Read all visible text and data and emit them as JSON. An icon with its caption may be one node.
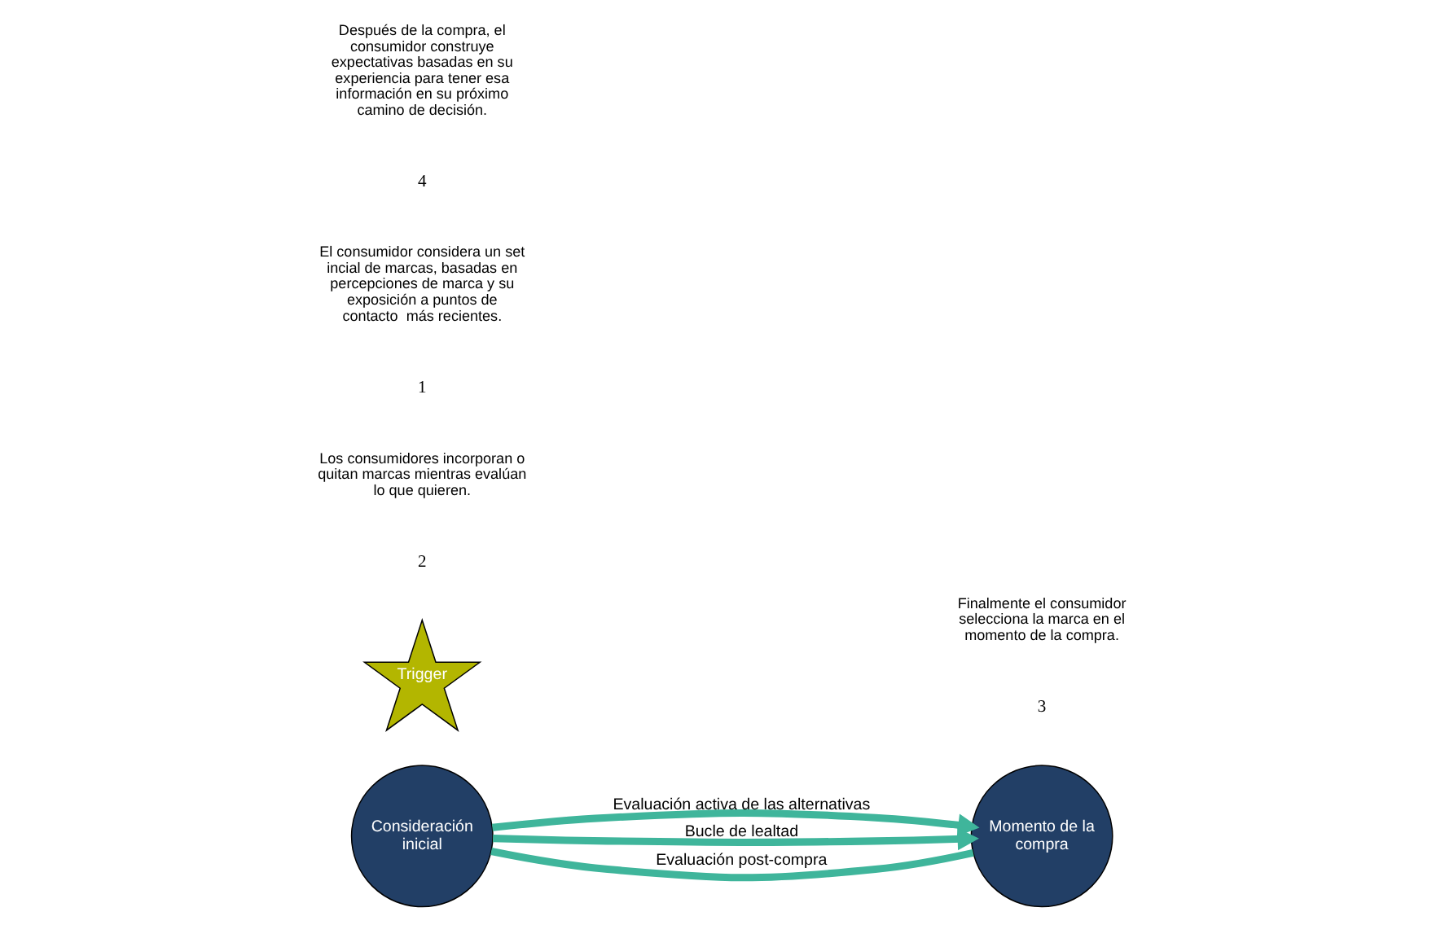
{
  "diagram": {
    "nodes": [
      {
        "text": [
          "Consideración inicial"
        ]
      },
      {
        "text": [
          "Momento de la compra"
        ]
      },
      {
        "text": [
          "Trigger"
        ]
      }
    ],
    "edges": [
      {
        "from": 0,
        "to": 1,
        "arrow": "to",
        "label": "Evaluación activa de las alternativas"
      },
      {
        "from": 0,
        "to": 1,
        "arrow": "to",
        "label": "Bucle de lealtad"
      },
      {
        "from": 1,
        "to": 0,
        "arrow": "none",
        "label": "Evaluación post-compra"
      }
    ],
    "labels": [
      "2",
      "Los consumidores incorporan o quitan marcas mientras evalúan lo que quieren.",
      "1",
      "El consumidor considera un set incial de marcas, basadas en percepciones de marca y su exposición a puntos de contacto  más recientes.",
      "3",
      "Finalmente el consumidor selecciona la marca en el momento de la compra.",
      "4",
      "Después de la compra, el consumidor construye expectativas basadas en su experiencia para tener esa información en su próximo camino de decisión."
    ]
  }
}
